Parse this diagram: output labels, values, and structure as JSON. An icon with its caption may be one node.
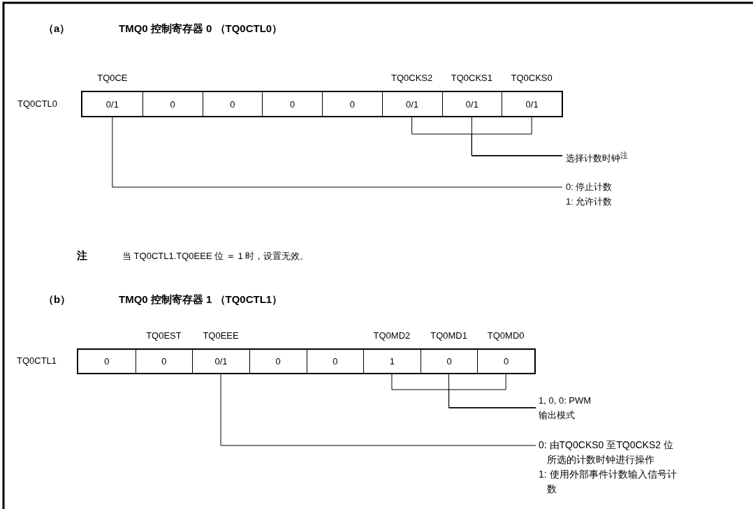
{
  "diagram": {
    "nodes": [
      {
        "text": [],
        "shape": "box"
      },
      {
        "text": [
          "0/1"
        ],
        "in": 0,
        "beside": [
          "TQ0CE"
        ]
      },
      {
        "text": [
          "0"
        ],
        "in": 0
      },
      {
        "text": [
          "0"
        ],
        "in": 0
      },
      {
        "text": [
          "0"
        ],
        "in": 0
      },
      {
        "text": [
          "0"
        ],
        "in": 0
      },
      {
        "text": [
          "0/1"
        ],
        "in": 0,
        "beside": [
          "TQ0CKS2"
        ]
      },
      {
        "text": [
          "0/1"
        ],
        "in": 0,
        "beside": [
          "TQ0CKS1"
        ]
      },
      {
        "text": [
          "0/1"
        ],
        "in": 0,
        "beside": [
          "TQ0CKS0"
        ]
      },
      {
        "text": [
          "选择计数时钟$^{注}$"
        ]
      },
      {
        "text": [
          "0: 停止计数",
          "1: 允许计数"
        ]
      },
      {
        "text": [],
        "shape": "box"
      },
      {
        "text": [
          "0"
        ],
        "in": 11
      },
      {
        "text": [
          "0"
        ],
        "in": 11,
        "beside": [
          "TQ0EST"
        ]
      },
      {
        "text": [
          "0/1"
        ],
        "in": 11,
        "beside": [
          "TQ0EEE"
        ]
      },
      {
        "text": [
          "0"
        ],
        "in": 11
      },
      {
        "text": [
          "0"
        ],
        "in": 11
      },
      {
        "text": [
          "1"
        ],
        "in": 11,
        "beside": [
          "TQ0MD2"
        ]
      },
      {
        "text": [
          "0"
        ],
        "in": 11,
        "beside": [
          "TQ0MD1"
        ]
      },
      {
        "text": [
          "0"
        ],
        "in": 11,
        "beside": [
          "TQ0MD0"
        ]
      },
      {
        "text": [
          "1, 0, 0: PWM 输出模式"
        ]
      },
      {
        "text": [
          "0: 由TQ0CKS0 至TQ0CKS2 位所选的计数时钟进行操作",
          "1: 使用外部事件计数输入信号计数"
        ]
      }
    ],
    "edges": [
      {
        "from": 6,
        "to": 9,
        "arrow": "none"
      },
      {
        "from": 7,
        "to": 9,
        "arrow": "none"
      },
      {
        "from": 8,
        "to": 9,
        "arrow": "none"
      },
      {
        "from": 1,
        "to": 10,
        "arrow": "none"
      },
      {
        "from": 17,
        "to": 20,
        "arrow": "none"
      },
      {
        "from": 18,
        "to": 20,
        "arrow": "none"
      },
      {
        "from": 19,
        "to": 20,
        "arrow": "none"
      },
      {
        "from": 14,
        "to": 21,
        "arrow": "none"
      }
    ],
    "labels": [
      "（a）",
      "TMQ0 控制寄存器 0 （TQ0CTL0）",
      "TQ0CTL0",
      "注",
      "当 TQ0CTL1.TQ0EEE 位 ＝ 1 时，设置无效。",
      "（b）",
      "TMQ0 控制寄存器 1 （TQ0CTL1）",
      "TQ0CTL1"
    ]
  }
}
